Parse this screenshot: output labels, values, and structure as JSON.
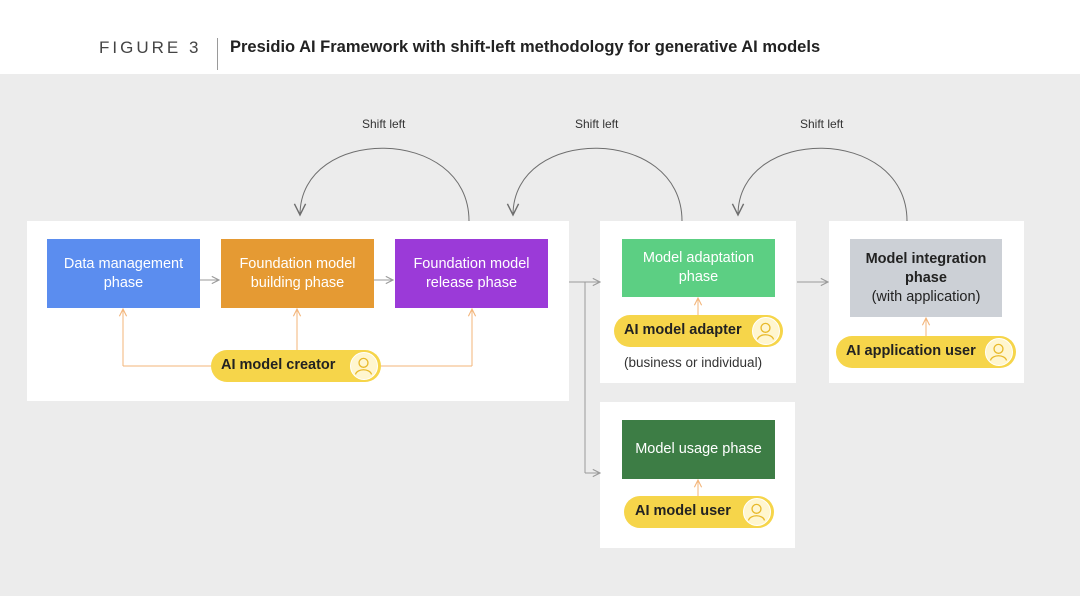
{
  "header": {
    "figure_label": "FIGURE 3",
    "title": "Presidio AI Framework with shift-left methodology for generative AI models"
  },
  "shift_labels": [
    "Shift left",
    "Shift left",
    "Shift left"
  ],
  "phases": {
    "data_management": {
      "line1": "Data management",
      "line2": "phase",
      "color": "#5b8def"
    },
    "foundation_building": {
      "line1": "Foundation model",
      "line2": "building phase",
      "color": "#e59a33"
    },
    "foundation_release": {
      "line1": "Foundation model",
      "line2": "release phase",
      "color": "#9b3ad8"
    },
    "model_adaptation": {
      "line1": "Model adaptation",
      "line2": "phase",
      "color": "#5ccf83"
    },
    "model_integration": {
      "line1": "Model integration",
      "line2": "phase",
      "line3": "(with application)",
      "color": "#ccd0d6"
    },
    "model_usage": {
      "line1": "Model usage phase",
      "color": "#3d7d45"
    }
  },
  "actors": {
    "creator": "AI model creator",
    "adapter": "AI model adapter",
    "adapter_note": "(business or individual)",
    "app_user": "AI application user",
    "model_user": "AI model user"
  },
  "colors": {
    "background": "#ececec",
    "panel": "#ffffff",
    "pill": "#f6d54a",
    "connector": "#f3b57a",
    "arrow": "#9a9a9a"
  },
  "icons": [
    "user-icon",
    "shift-left-arrow-icon",
    "arrow-right-icon",
    "arrow-up-icon"
  ]
}
